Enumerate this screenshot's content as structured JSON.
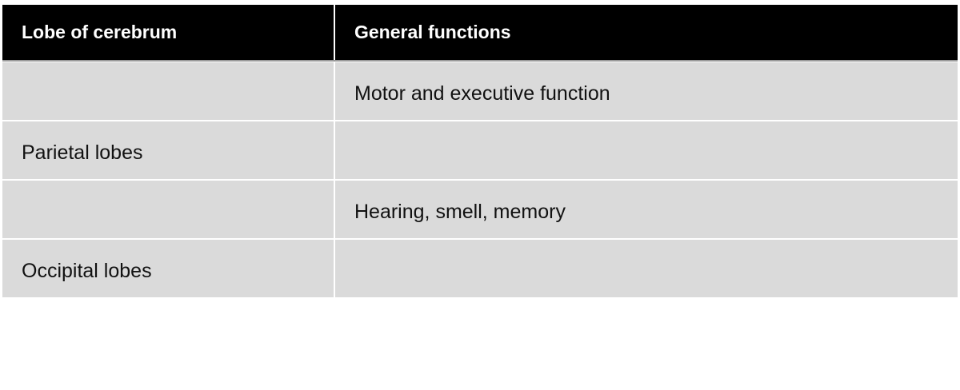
{
  "table": {
    "headers": [
      "Lobe of cerebrum",
      "General functions"
    ],
    "rows": [
      [
        "",
        "Motor and executive function"
      ],
      [
        "Parietal lobes",
        ""
      ],
      [
        "",
        "Hearing, smell, memory"
      ],
      [
        "Occipital lobes",
        ""
      ]
    ]
  },
  "colors": {
    "header_bg": "#000000",
    "header_text": "#ffffff",
    "row_bg": "#dadada",
    "grid": "#ffffff"
  }
}
